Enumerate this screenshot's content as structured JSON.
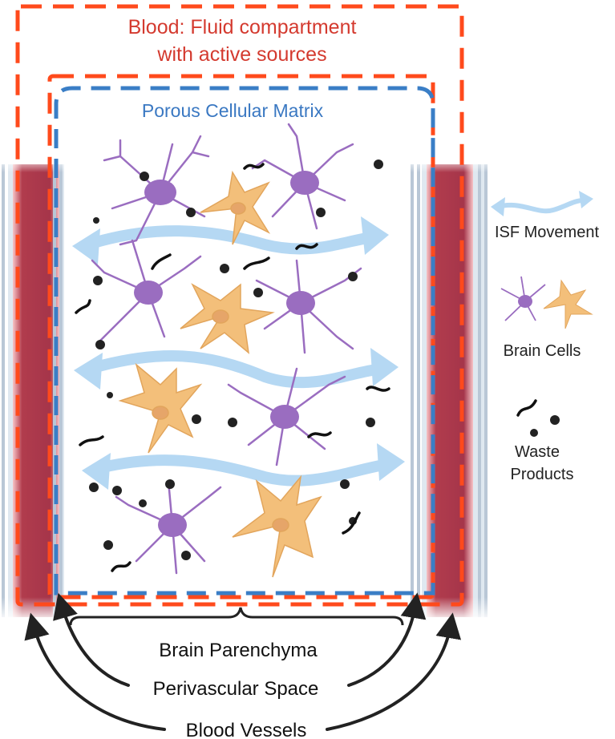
{
  "title_line1": "Blood: Fluid compartment",
  "title_line2": "with active sources",
  "matrix_label": "Porous Cellular Matrix",
  "legend": {
    "isf": "ISF Movement",
    "cells": "Brain Cells",
    "waste_line1": "Waste",
    "waste_line2": "Products"
  },
  "bottom": {
    "parenchyma": "Brain Parenchyma",
    "perivascular": "Perivascular Space",
    "vessels": "Blood Vessels"
  },
  "colors": {
    "blood_box": "#ff4a1c",
    "matrix_box": "#3a7ec6",
    "title_text": "#d43a2f",
    "matrix_text": "#3a78c2",
    "vessel": "#a83a4a",
    "isf_arrow": "#b5d8f3",
    "neuron": "#9a6dc0",
    "astrocyte": "#f3bf7a",
    "waste": "#222222"
  }
}
